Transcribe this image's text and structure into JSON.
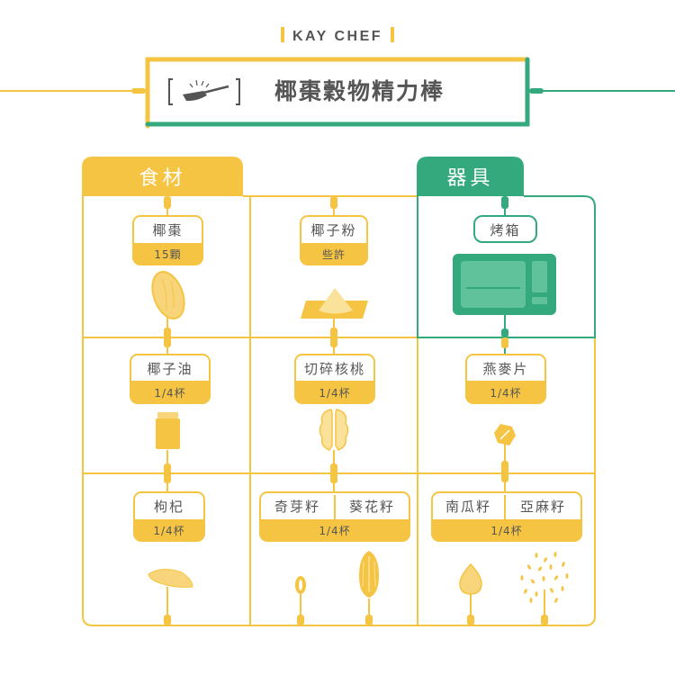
{
  "brand": "KAY CHEF",
  "title": "椰棗穀物精力棒",
  "colors": {
    "yellow": "#f6c443",
    "green": "#33a97d",
    "text": "#555555"
  },
  "sections": {
    "ingredients": {
      "label": "食材"
    },
    "tools": {
      "label": "器具"
    }
  },
  "tools": [
    {
      "name": "烤箱",
      "icon": "oven-icon"
    }
  ],
  "ingredients": [
    {
      "name": "椰棗",
      "qty": "15顆",
      "icon": "date-fruit-icon"
    },
    {
      "name": "椰子粉",
      "qty": "些許",
      "icon": "coconut-powder-icon"
    },
    {
      "name": "椰子油",
      "qty": "1/4杯",
      "icon": "coconut-oil-jar-icon"
    },
    {
      "name": "切碎核桃",
      "qty": "1/4杯",
      "icon": "walnut-icon"
    },
    {
      "name": "燕麥片",
      "qty": "1/4杯",
      "icon": "oat-flake-icon"
    },
    {
      "name": "枸杞",
      "qty": "1/4杯",
      "icon": "goji-berry-icon"
    },
    {
      "names": [
        "奇芽籽",
        "葵花籽"
      ],
      "qty": "1/4杯",
      "icons": [
        "chia-seed-icon",
        "sunflower-seed-icon"
      ]
    },
    {
      "names": [
        "南瓜籽",
        "亞麻籽"
      ],
      "qty": "1/4杯",
      "icons": [
        "pumpkin-seed-icon",
        "flax-seeds-icon"
      ]
    }
  ]
}
